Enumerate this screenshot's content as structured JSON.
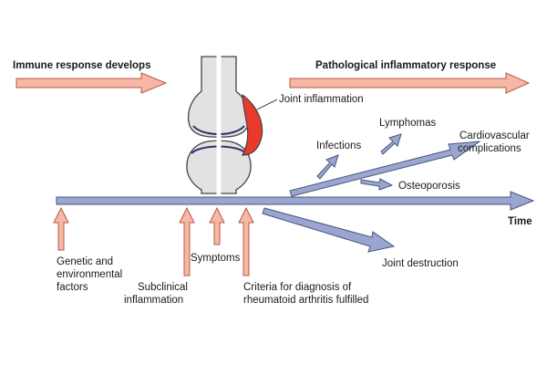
{
  "diagram": {
    "headers": {
      "immune_response": "Immune response develops",
      "pathological_response": "Pathological inflammatory response"
    },
    "timeline_label": "Time",
    "joint_label": "Joint inflammation",
    "stages": {
      "genetic": [
        "Genetic and",
        "environmental",
        "factors"
      ],
      "subclinical": [
        "Subclinical",
        "inflammation"
      ],
      "symptoms": [
        "Symptoms"
      ],
      "criteria": [
        "Criteria for diagnosis of",
        "rheumatoid arthritis fulfilled"
      ]
    },
    "outcomes": {
      "infections": "Infections",
      "lymphomas": "Lymphomas",
      "cardiovascular": [
        "Cardiovascular",
        "complications"
      ],
      "osteoporosis": "Osteoporosis",
      "joint_destruction": "Joint destruction"
    },
    "colors": {
      "salmon_arrow_fill": "#f6b8a4",
      "salmon_arrow_stroke": "#b45a45",
      "blue_arrow_fill": "#9ba6d0",
      "blue_arrow_stroke": "#4a5580",
      "bone_fill": "#e2e2e3",
      "bone_stroke": "#444444",
      "inflammation_red": "#e8392b",
      "cartilage_purple": "#3b2e6b"
    }
  }
}
